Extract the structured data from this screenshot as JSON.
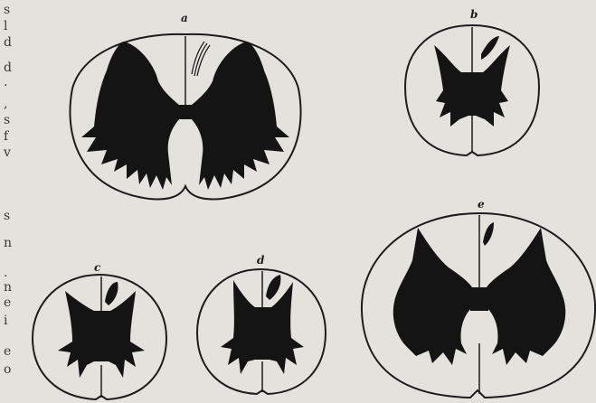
{
  "figure": {
    "panel_labels": [
      "a",
      "b",
      "c",
      "d",
      "e"
    ]
  },
  "margin_text": [
    "s",
    "l",
    "d",
    "d",
    ".",
    ",",
    "s",
    "f",
    "v",
    "s",
    "n",
    ".",
    "n",
    "e",
    "i",
    "e",
    "o"
  ],
  "colors": {
    "paper": "#e4e2dc",
    "ink": "#141414",
    "outline": "#1c1c1c"
  }
}
